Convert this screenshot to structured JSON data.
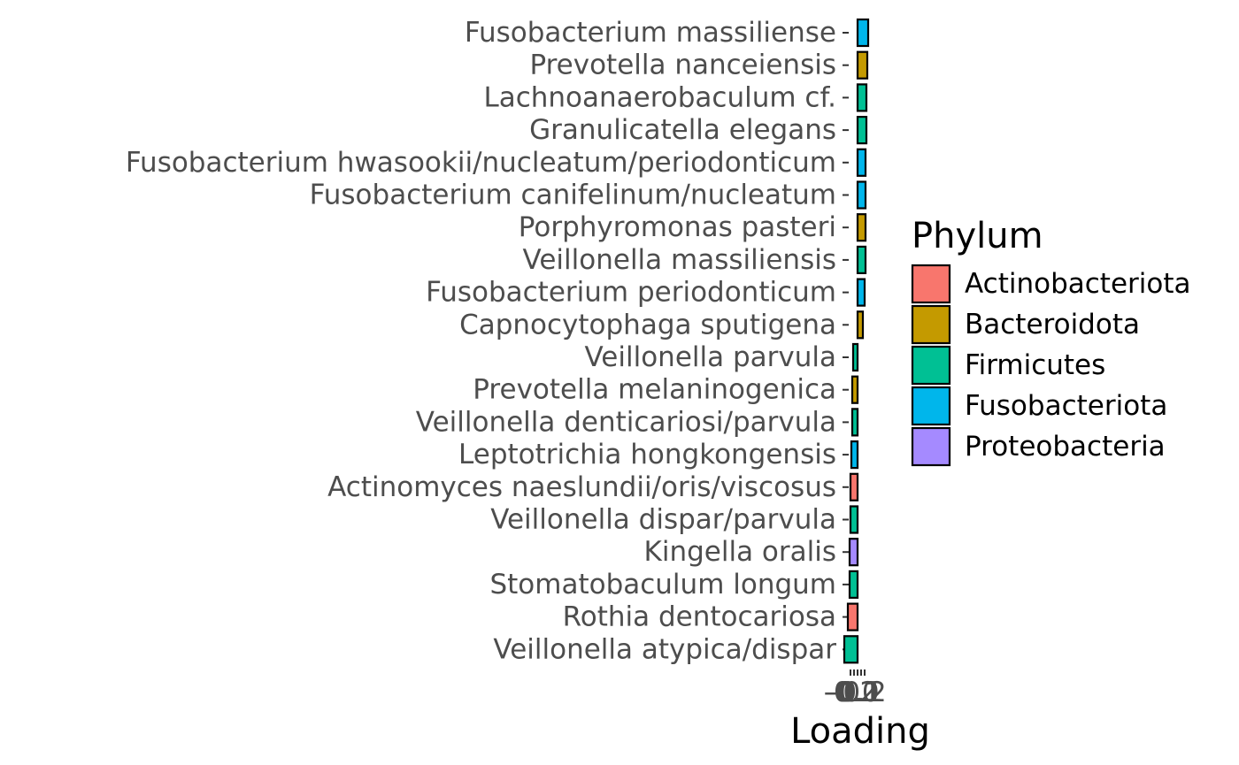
{
  "chart_data": {
    "type": "bar",
    "orientation": "horizontal",
    "title": "",
    "xlabel": "Loading",
    "ylabel": "",
    "xlim": [
      -0.12,
      0.12
    ],
    "x_ticks": [
      "-0.2",
      "-0.1",
      "0.0",
      "0.1",
      "0.2"
    ],
    "grid": false,
    "legend": {
      "title": "Phylum",
      "placement": "right",
      "entries": [
        {
          "label": "Actinobacteriota",
          "color": "#F8766D"
        },
        {
          "label": "Bacteroidota",
          "color": "#C49A00"
        },
        {
          "label": "Firmicutes",
          "color": "#00C094"
        },
        {
          "label": "Fusobacteriota",
          "color": "#00B6EB"
        },
        {
          "label": "Proteobacteria",
          "color": "#A58AFF"
        }
      ]
    },
    "categories": [
      "Fusobacterium massiliense",
      "Prevotella nanceiensis",
      "Lachnoanaerobaculum cf.",
      "Granulicatella elegans",
      "Fusobacterium hwasookii/nucleatum/periodonticum",
      "Fusobacterium canifelinum/nucleatum",
      "Porphyromonas pasteri",
      "Veillonella massiliensis",
      "Fusobacterium periodonticum",
      "Capnocytophaga sputigena",
      "Veillonella parvula",
      "Prevotella melaninogenica",
      "Veillonella denticariosi/parvula",
      "Leptotrichia hongkongensis",
      "Actinomyces naeslundii/oris/viscosus",
      "Veillonella dispar/parvula",
      "Kingella oralis",
      "Stomatobaculum longum",
      "Rothia dentocariosa",
      "Veillonella atypica/dispar"
    ],
    "values": [
      0.12,
      0.11,
      0.1,
      0.1,
      0.09,
      0.09,
      0.09,
      0.09,
      0.08,
      0.06,
      -0.05,
      -0.06,
      -0.06,
      -0.07,
      -0.08,
      -0.08,
      -0.09,
      -0.09,
      -0.11,
      -0.15
    ],
    "phylum": [
      "Fusobacteriota",
      "Bacteroidota",
      "Firmicutes",
      "Firmicutes",
      "Fusobacteriota",
      "Fusobacteriota",
      "Bacteroidota",
      "Firmicutes",
      "Fusobacteriota",
      "Bacteroidota",
      "Firmicutes",
      "Bacteroidota",
      "Firmicutes",
      "Fusobacteriota",
      "Actinobacteriota",
      "Firmicutes",
      "Proteobacteria",
      "Firmicutes",
      "Actinobacteriota",
      "Firmicutes"
    ]
  }
}
